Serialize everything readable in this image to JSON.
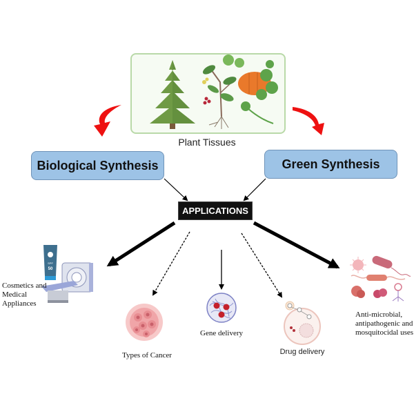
{
  "source": {
    "label": "Plant Tissues",
    "icons": [
      "conifer-tree-icon",
      "barberry-plant-icon",
      "pumpkin-vine-icon"
    ]
  },
  "synthesis": {
    "left": "Biological Synthesis",
    "right": "Green Synthesis"
  },
  "hub": {
    "label": "APPLICATIONS"
  },
  "applications": [
    {
      "id": "cosmetics",
      "label_lines": [
        "Cosmetics and",
        "Medical",
        "Appliances"
      ],
      "icon": "sunscreen-ct-scanner-icon",
      "arrow": "thick"
    },
    {
      "id": "cancer",
      "label": "Types of Cancer",
      "icon": "tumor-cells-icon",
      "arrow": "dashed"
    },
    {
      "id": "gene",
      "label": "Gene delivery",
      "icon": "gene-nanoparticle-icon",
      "arrow": "solid-thin"
    },
    {
      "id": "drug",
      "label": "Drug delivery",
      "icon": "cell-endocytosis-icon",
      "arrow": "dashed"
    },
    {
      "id": "antimicrobial",
      "label_lines": [
        "Anti-microbial,",
        "antipathogenic and",
        "mosquitocidal uses"
      ],
      "icon": "microbes-icon",
      "arrow": "thick"
    }
  ],
  "sunscreen": {
    "spf_label": "SPF",
    "spf_value": "50"
  },
  "colors": {
    "curved_arrow": "#ee1111",
    "synth_box": "#9dc3e6",
    "hub_box": "#111111",
    "plant_border": "#b9d9a8"
  }
}
